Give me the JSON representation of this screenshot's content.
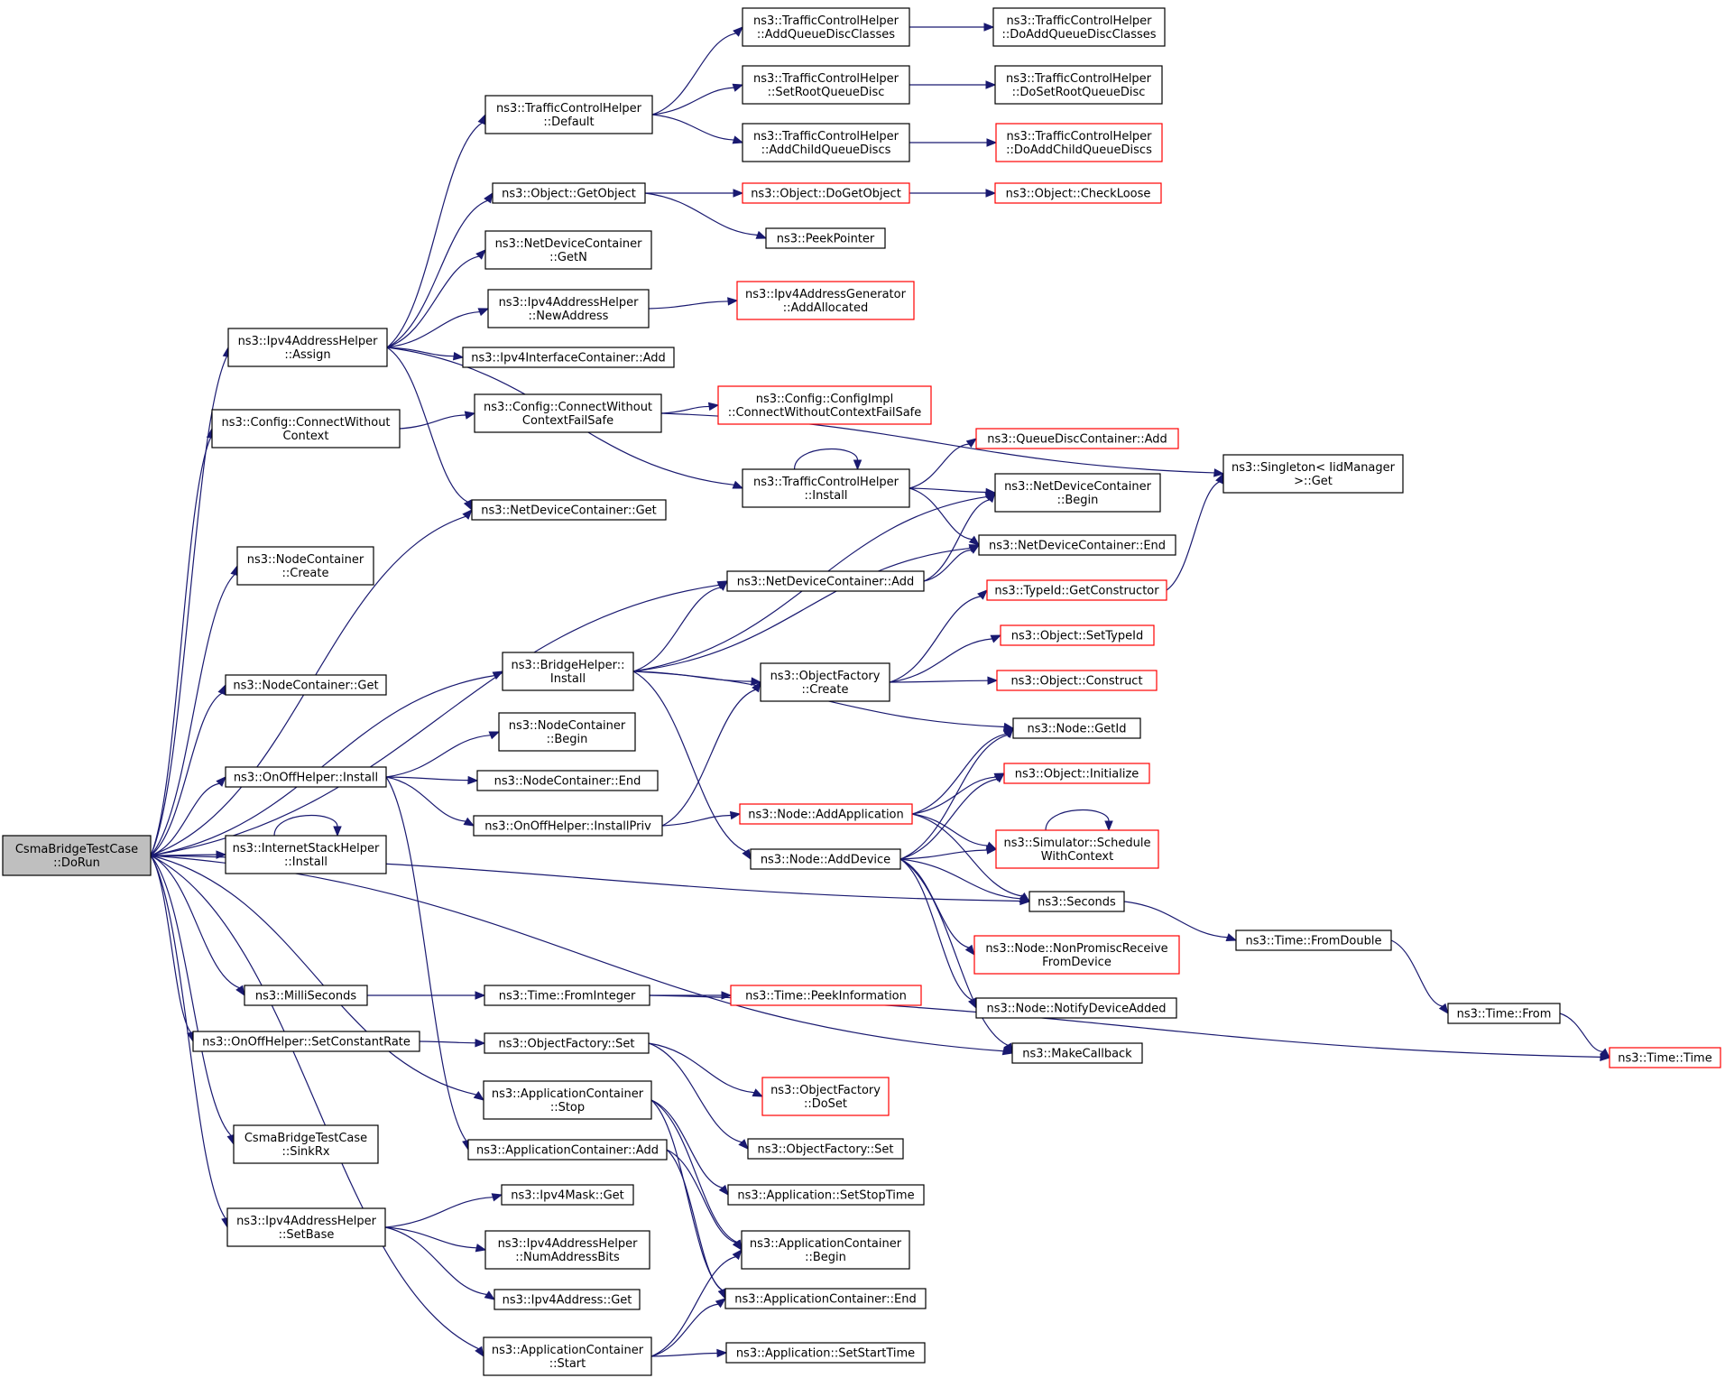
{
  "colors": {
    "edge": "#191970",
    "node_border": "#000000",
    "node_border_incomplete": "#ff0000",
    "root_fill": "#bfbfbf"
  },
  "nodes": [
    {
      "id": "root",
      "lines": [
        "CsmaBridgeTestCase",
        "::DoRun"
      ],
      "style": "root"
    },
    {
      "id": "ipv4assign",
      "lines": [
        "ns3::Ipv4AddressHelper",
        "::Assign"
      ]
    },
    {
      "id": "cfgconn",
      "lines": [
        "ns3::Config::ConnectWithout",
        "Context"
      ]
    },
    {
      "id": "ndcget",
      "lines": [
        "ns3::NetDeviceContainer::Get"
      ]
    },
    {
      "id": "nccreate",
      "lines": [
        "ns3::NodeContainer",
        "::Create"
      ]
    },
    {
      "id": "ncget",
      "lines": [
        "ns3::NodeContainer::Get"
      ]
    },
    {
      "id": "onoffinstall",
      "lines": [
        "ns3::OnOffHelper::Install"
      ]
    },
    {
      "id": "ishinstall",
      "lines": [
        "ns3::InternetStackHelper",
        "::Install"
      ]
    },
    {
      "id": "milli",
      "lines": [
        "ns3::MilliSeconds"
      ]
    },
    {
      "id": "setconst",
      "lines": [
        "ns3::OnOffHelper::SetConstantRate"
      ]
    },
    {
      "id": "sinkrx",
      "lines": [
        "CsmaBridgeTestCase",
        "::SinkRx"
      ]
    },
    {
      "id": "ipv4setbase",
      "lines": [
        "ns3::Ipv4AddressHelper",
        "::SetBase"
      ]
    },
    {
      "id": "tchdefault",
      "lines": [
        "ns3::TrafficControlHelper",
        "::Default"
      ]
    },
    {
      "id": "objget",
      "lines": [
        "ns3::Object::GetObject"
      ]
    },
    {
      "id": "ndcgetn",
      "lines": [
        "ns3::NetDeviceContainer",
        "::GetN"
      ]
    },
    {
      "id": "ipv4newaddr",
      "lines": [
        "ns3::Ipv4AddressHelper",
        "::NewAddress"
      ]
    },
    {
      "id": "iicadd",
      "lines": [
        "ns3::Ipv4InterfaceContainer::Add"
      ]
    },
    {
      "id": "cfgconnfs",
      "lines": [
        "ns3::Config::ConnectWithout",
        "ContextFailSafe"
      ]
    },
    {
      "id": "bridgeinstall",
      "lines": [
        "ns3::BridgeHelper::",
        "Install"
      ]
    },
    {
      "id": "ncbegin",
      "lines": [
        "ns3::NodeContainer",
        "::Begin"
      ]
    },
    {
      "id": "ncend",
      "lines": [
        "ns3::NodeContainer::End"
      ]
    },
    {
      "id": "installpriv",
      "lines": [
        "ns3::OnOffHelper::InstallPriv"
      ]
    },
    {
      "id": "tfrominteger",
      "lines": [
        "ns3::Time::FromInteger"
      ]
    },
    {
      "id": "ofset",
      "lines": [
        "ns3::ObjectFactory::Set"
      ]
    },
    {
      "id": "acstop",
      "lines": [
        "ns3::ApplicationContainer",
        "::Stop"
      ]
    },
    {
      "id": "acadd",
      "lines": [
        "ns3::ApplicationContainer::Add"
      ]
    },
    {
      "id": "maskget",
      "lines": [
        "ns3::Ipv4Mask::Get"
      ]
    },
    {
      "id": "numaddrbits",
      "lines": [
        "ns3::Ipv4AddressHelper",
        "::NumAddressBits"
      ]
    },
    {
      "id": "addrget",
      "lines": [
        "ns3::Ipv4Address::Get"
      ]
    },
    {
      "id": "acstart",
      "lines": [
        "ns3::ApplicationContainer",
        "::Start"
      ]
    },
    {
      "id": "tchaddqdc",
      "lines": [
        "ns3::TrafficControlHelper",
        "::AddQueueDiscClasses"
      ]
    },
    {
      "id": "tchsetroot",
      "lines": [
        "ns3::TrafficControlHelper",
        "::SetRootQueueDisc"
      ]
    },
    {
      "id": "tchaddchild",
      "lines": [
        "ns3::TrafficControlHelper",
        "::AddChildQueueDiscs"
      ]
    },
    {
      "id": "objdoget",
      "lines": [
        "ns3::Object::DoGetObject"
      ],
      "style": "red"
    },
    {
      "id": "peek",
      "lines": [
        "ns3::PeekPointer"
      ]
    },
    {
      "id": "ipv4gen",
      "lines": [
        "ns3::Ipv4AddressGenerator",
        "::AddAllocated"
      ],
      "style": "red"
    },
    {
      "id": "cfgimpl",
      "lines": [
        "ns3::Config::ConfigImpl",
        "::ConnectWithoutContextFailSafe"
      ],
      "style": "red"
    },
    {
      "id": "tchinstall",
      "lines": [
        "ns3::TrafficControlHelper",
        "::Install"
      ]
    },
    {
      "id": "ndcadd",
      "lines": [
        "ns3::NetDeviceContainer::Add"
      ]
    },
    {
      "id": "ofcreate",
      "lines": [
        "ns3::ObjectFactory",
        "::Create"
      ]
    },
    {
      "id": "nodeaddapp",
      "lines": [
        "ns3::Node::AddApplication"
      ],
      "style": "red"
    },
    {
      "id": "nodeadddev",
      "lines": [
        "ns3::Node::AddDevice"
      ]
    },
    {
      "id": "tpeekinfo",
      "lines": [
        "ns3::Time::PeekInformation"
      ],
      "style": "red"
    },
    {
      "id": "ofdoset",
      "lines": [
        "ns3::ObjectFactory",
        "::DoSet"
      ],
      "style": "red"
    },
    {
      "id": "ofset2",
      "lines": [
        "ns3::ObjectFactory::Set"
      ]
    },
    {
      "id": "appsetstop",
      "lines": [
        "ns3::Application::SetStopTime"
      ]
    },
    {
      "id": "acbegin",
      "lines": [
        "ns3::ApplicationContainer",
        "::Begin"
      ]
    },
    {
      "id": "acend",
      "lines": [
        "ns3::ApplicationContainer::End"
      ]
    },
    {
      "id": "appsetstart",
      "lines": [
        "ns3::Application::SetStartTime"
      ]
    },
    {
      "id": "tchdoaddqdc",
      "lines": [
        "ns3::TrafficControlHelper",
        "::DoAddQueueDiscClasses"
      ]
    },
    {
      "id": "tchdosetroot",
      "lines": [
        "ns3::TrafficControlHelper",
        "::DoSetRootQueueDisc"
      ]
    },
    {
      "id": "tchdoaddchild",
      "lines": [
        "ns3::TrafficControlHelper",
        "::DoAddChildQueueDiscs"
      ],
      "style": "red"
    },
    {
      "id": "checkloose",
      "lines": [
        "ns3::Object::CheckLoose"
      ],
      "style": "red"
    },
    {
      "id": "qdcadd",
      "lines": [
        "ns3::QueueDiscContainer::Add"
      ],
      "style": "red"
    },
    {
      "id": "ndcbegin",
      "lines": [
        "ns3::NetDeviceContainer",
        "::Begin"
      ]
    },
    {
      "id": "ndcend",
      "lines": [
        "ns3::NetDeviceContainer::End"
      ]
    },
    {
      "id": "getctor",
      "lines": [
        "ns3::TypeId::GetConstructor"
      ],
      "style": "red"
    },
    {
      "id": "settypeid",
      "lines": [
        "ns3::Object::SetTypeId"
      ],
      "style": "red"
    },
    {
      "id": "construct",
      "lines": [
        "ns3::Object::Construct"
      ],
      "style": "red"
    },
    {
      "id": "nodegetid",
      "lines": [
        "ns3::Node::GetId"
      ]
    },
    {
      "id": "objinit",
      "lines": [
        "ns3::Object::Initialize"
      ],
      "style": "red"
    },
    {
      "id": "schedctx",
      "lines": [
        "ns3::Simulator::Schedule",
        "WithContext"
      ],
      "style": "red"
    },
    {
      "id": "seconds",
      "lines": [
        "ns3::Seconds"
      ]
    },
    {
      "id": "nonpromisc",
      "lines": [
        "ns3::Node::NonPromiscReceive",
        "FromDevice"
      ],
      "style": "red"
    },
    {
      "id": "notifydev",
      "lines": [
        "ns3::Node::NotifyDeviceAdded"
      ]
    },
    {
      "id": "makecb",
      "lines": [
        "ns3::MakeCallback"
      ]
    },
    {
      "id": "singleton",
      "lines": [
        "ns3::Singleton< IidManager",
        ">::Get"
      ]
    },
    {
      "id": "tfromdouble",
      "lines": [
        "ns3::Time::FromDouble"
      ]
    },
    {
      "id": "tfrom",
      "lines": [
        "ns3::Time::From"
      ]
    },
    {
      "id": "ttime",
      "lines": [
        "ns3::Time::Time"
      ],
      "style": "red"
    }
  ],
  "edges": [
    [
      "root",
      "ipv4assign"
    ],
    [
      "root",
      "cfgconn"
    ],
    [
      "root",
      "ndcget"
    ],
    [
      "root",
      "nccreate"
    ],
    [
      "root",
      "ndcadd"
    ],
    [
      "root",
      "ncget"
    ],
    [
      "root",
      "bridgeinstall"
    ],
    [
      "root",
      "onoffinstall"
    ],
    [
      "root",
      "ishinstall"
    ],
    [
      "root",
      "seconds"
    ],
    [
      "root",
      "makecb"
    ],
    [
      "root",
      "milli"
    ],
    [
      "root",
      "setconst"
    ],
    [
      "root",
      "acstop"
    ],
    [
      "root",
      "sinkrx"
    ],
    [
      "root",
      "ipv4setbase"
    ],
    [
      "root",
      "acstart"
    ],
    [
      "ipv4assign",
      "tchdefault"
    ],
    [
      "ipv4assign",
      "objget"
    ],
    [
      "ipv4assign",
      "ndcgetn"
    ],
    [
      "ipv4assign",
      "ipv4newaddr"
    ],
    [
      "ipv4assign",
      "iicadd"
    ],
    [
      "ipv4assign",
      "ndcget"
    ],
    [
      "ipv4assign",
      "tchinstall"
    ],
    [
      "cfgconn",
      "cfgconnfs"
    ],
    [
      "tchdefault",
      "tchaddqdc"
    ],
    [
      "tchdefault",
      "tchsetroot"
    ],
    [
      "tchdefault",
      "tchaddchild"
    ],
    [
      "tchaddqdc",
      "tchdoaddqdc"
    ],
    [
      "tchsetroot",
      "tchdosetroot"
    ],
    [
      "tchaddchild",
      "tchdoaddchild"
    ],
    [
      "objget",
      "objdoget"
    ],
    [
      "objget",
      "peek"
    ],
    [
      "objdoget",
      "checkloose"
    ],
    [
      "ipv4newaddr",
      "ipv4gen"
    ],
    [
      "cfgconnfs",
      "cfgimpl"
    ],
    [
      "cfgconnfs",
      "singleton"
    ],
    [
      "tchinstall",
      "tchinstall"
    ],
    [
      "tchinstall",
      "qdcadd"
    ],
    [
      "tchinstall",
      "ndcbegin"
    ],
    [
      "tchinstall",
      "ndcend"
    ],
    [
      "bridgeinstall",
      "ndcadd"
    ],
    [
      "bridgeinstall",
      "ndcbegin"
    ],
    [
      "bridgeinstall",
      "ndcend"
    ],
    [
      "bridgeinstall",
      "ofcreate"
    ],
    [
      "bridgeinstall",
      "nodegetid"
    ],
    [
      "bridgeinstall",
      "nodeadddev"
    ],
    [
      "ndcadd",
      "ndcbegin"
    ],
    [
      "ndcadd",
      "ndcend"
    ],
    [
      "ofcreate",
      "getctor"
    ],
    [
      "ofcreate",
      "settypeid"
    ],
    [
      "ofcreate",
      "construct"
    ],
    [
      "getctor",
      "singleton"
    ],
    [
      "onoffinstall",
      "ncbegin"
    ],
    [
      "onoffinstall",
      "ncend"
    ],
    [
      "onoffinstall",
      "installpriv"
    ],
    [
      "onoffinstall",
      "acadd"
    ],
    [
      "installpriv",
      "ofcreate"
    ],
    [
      "installpriv",
      "nodeaddapp"
    ],
    [
      "nodeaddapp",
      "nodegetid"
    ],
    [
      "nodeaddapp",
      "objinit"
    ],
    [
      "nodeaddapp",
      "schedctx"
    ],
    [
      "nodeaddapp",
      "seconds"
    ],
    [
      "nodeadddev",
      "nodegetid"
    ],
    [
      "nodeadddev",
      "objinit"
    ],
    [
      "nodeadddev",
      "schedctx"
    ],
    [
      "nodeadddev",
      "seconds"
    ],
    [
      "nodeadddev",
      "nonpromisc"
    ],
    [
      "nodeadddev",
      "notifydev"
    ],
    [
      "nodeadddev",
      "makecb"
    ],
    [
      "schedctx",
      "schedctx"
    ],
    [
      "ishinstall",
      "ishinstall"
    ],
    [
      "seconds",
      "tfromdouble"
    ],
    [
      "tfromdouble",
      "tfrom"
    ],
    [
      "tfrom",
      "ttime"
    ],
    [
      "milli",
      "tfrominteger"
    ],
    [
      "tfrominteger",
      "tpeekinfo"
    ],
    [
      "tfrominteger",
      "ttime"
    ],
    [
      "setconst",
      "ofset"
    ],
    [
      "ofset",
      "ofdoset"
    ],
    [
      "ofset",
      "ofset2"
    ],
    [
      "acstop",
      "appsetstop"
    ],
    [
      "acstop",
      "acbegin"
    ],
    [
      "acstop",
      "acend"
    ],
    [
      "acadd",
      "acbegin"
    ],
    [
      "acadd",
      "acend"
    ],
    [
      "ipv4setbase",
      "maskget"
    ],
    [
      "ipv4setbase",
      "numaddrbits"
    ],
    [
      "ipv4setbase",
      "addrget"
    ],
    [
      "acstart",
      "acbegin"
    ],
    [
      "acstart",
      "acend"
    ],
    [
      "acstart",
      "appsetstart"
    ]
  ]
}
